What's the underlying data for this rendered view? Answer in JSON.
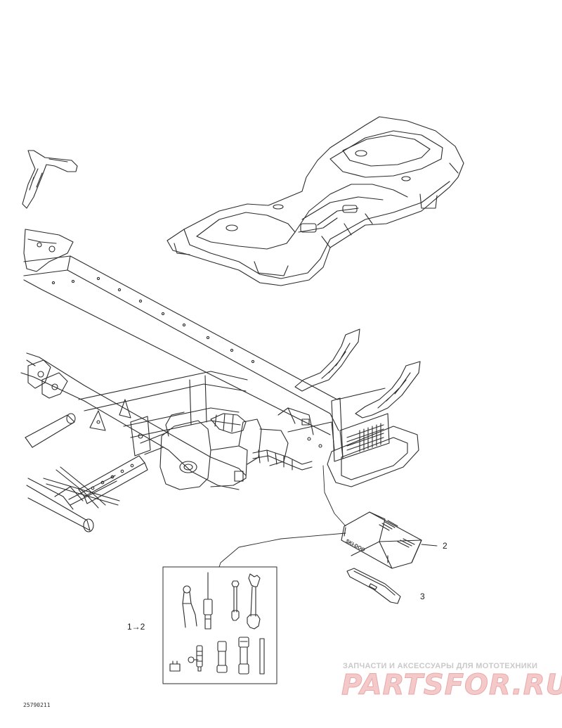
{
  "callouts": {
    "item_2": "2",
    "item_3": "3",
    "item_kit": "1→2"
  },
  "toolbag_brand": "SKI-DOO",
  "drawing_code": "25790211",
  "watermark": {
    "line1": "ЗАПЧАСТИ И АКСЕССУАРЫ ДЛЯ МОТОТЕХНИКИ",
    "line2": "PARTSFOR.RU",
    "color": "#e07c7c"
  },
  "colors": {
    "line": "#2b2b2b",
    "paper": "#ffffff"
  }
}
